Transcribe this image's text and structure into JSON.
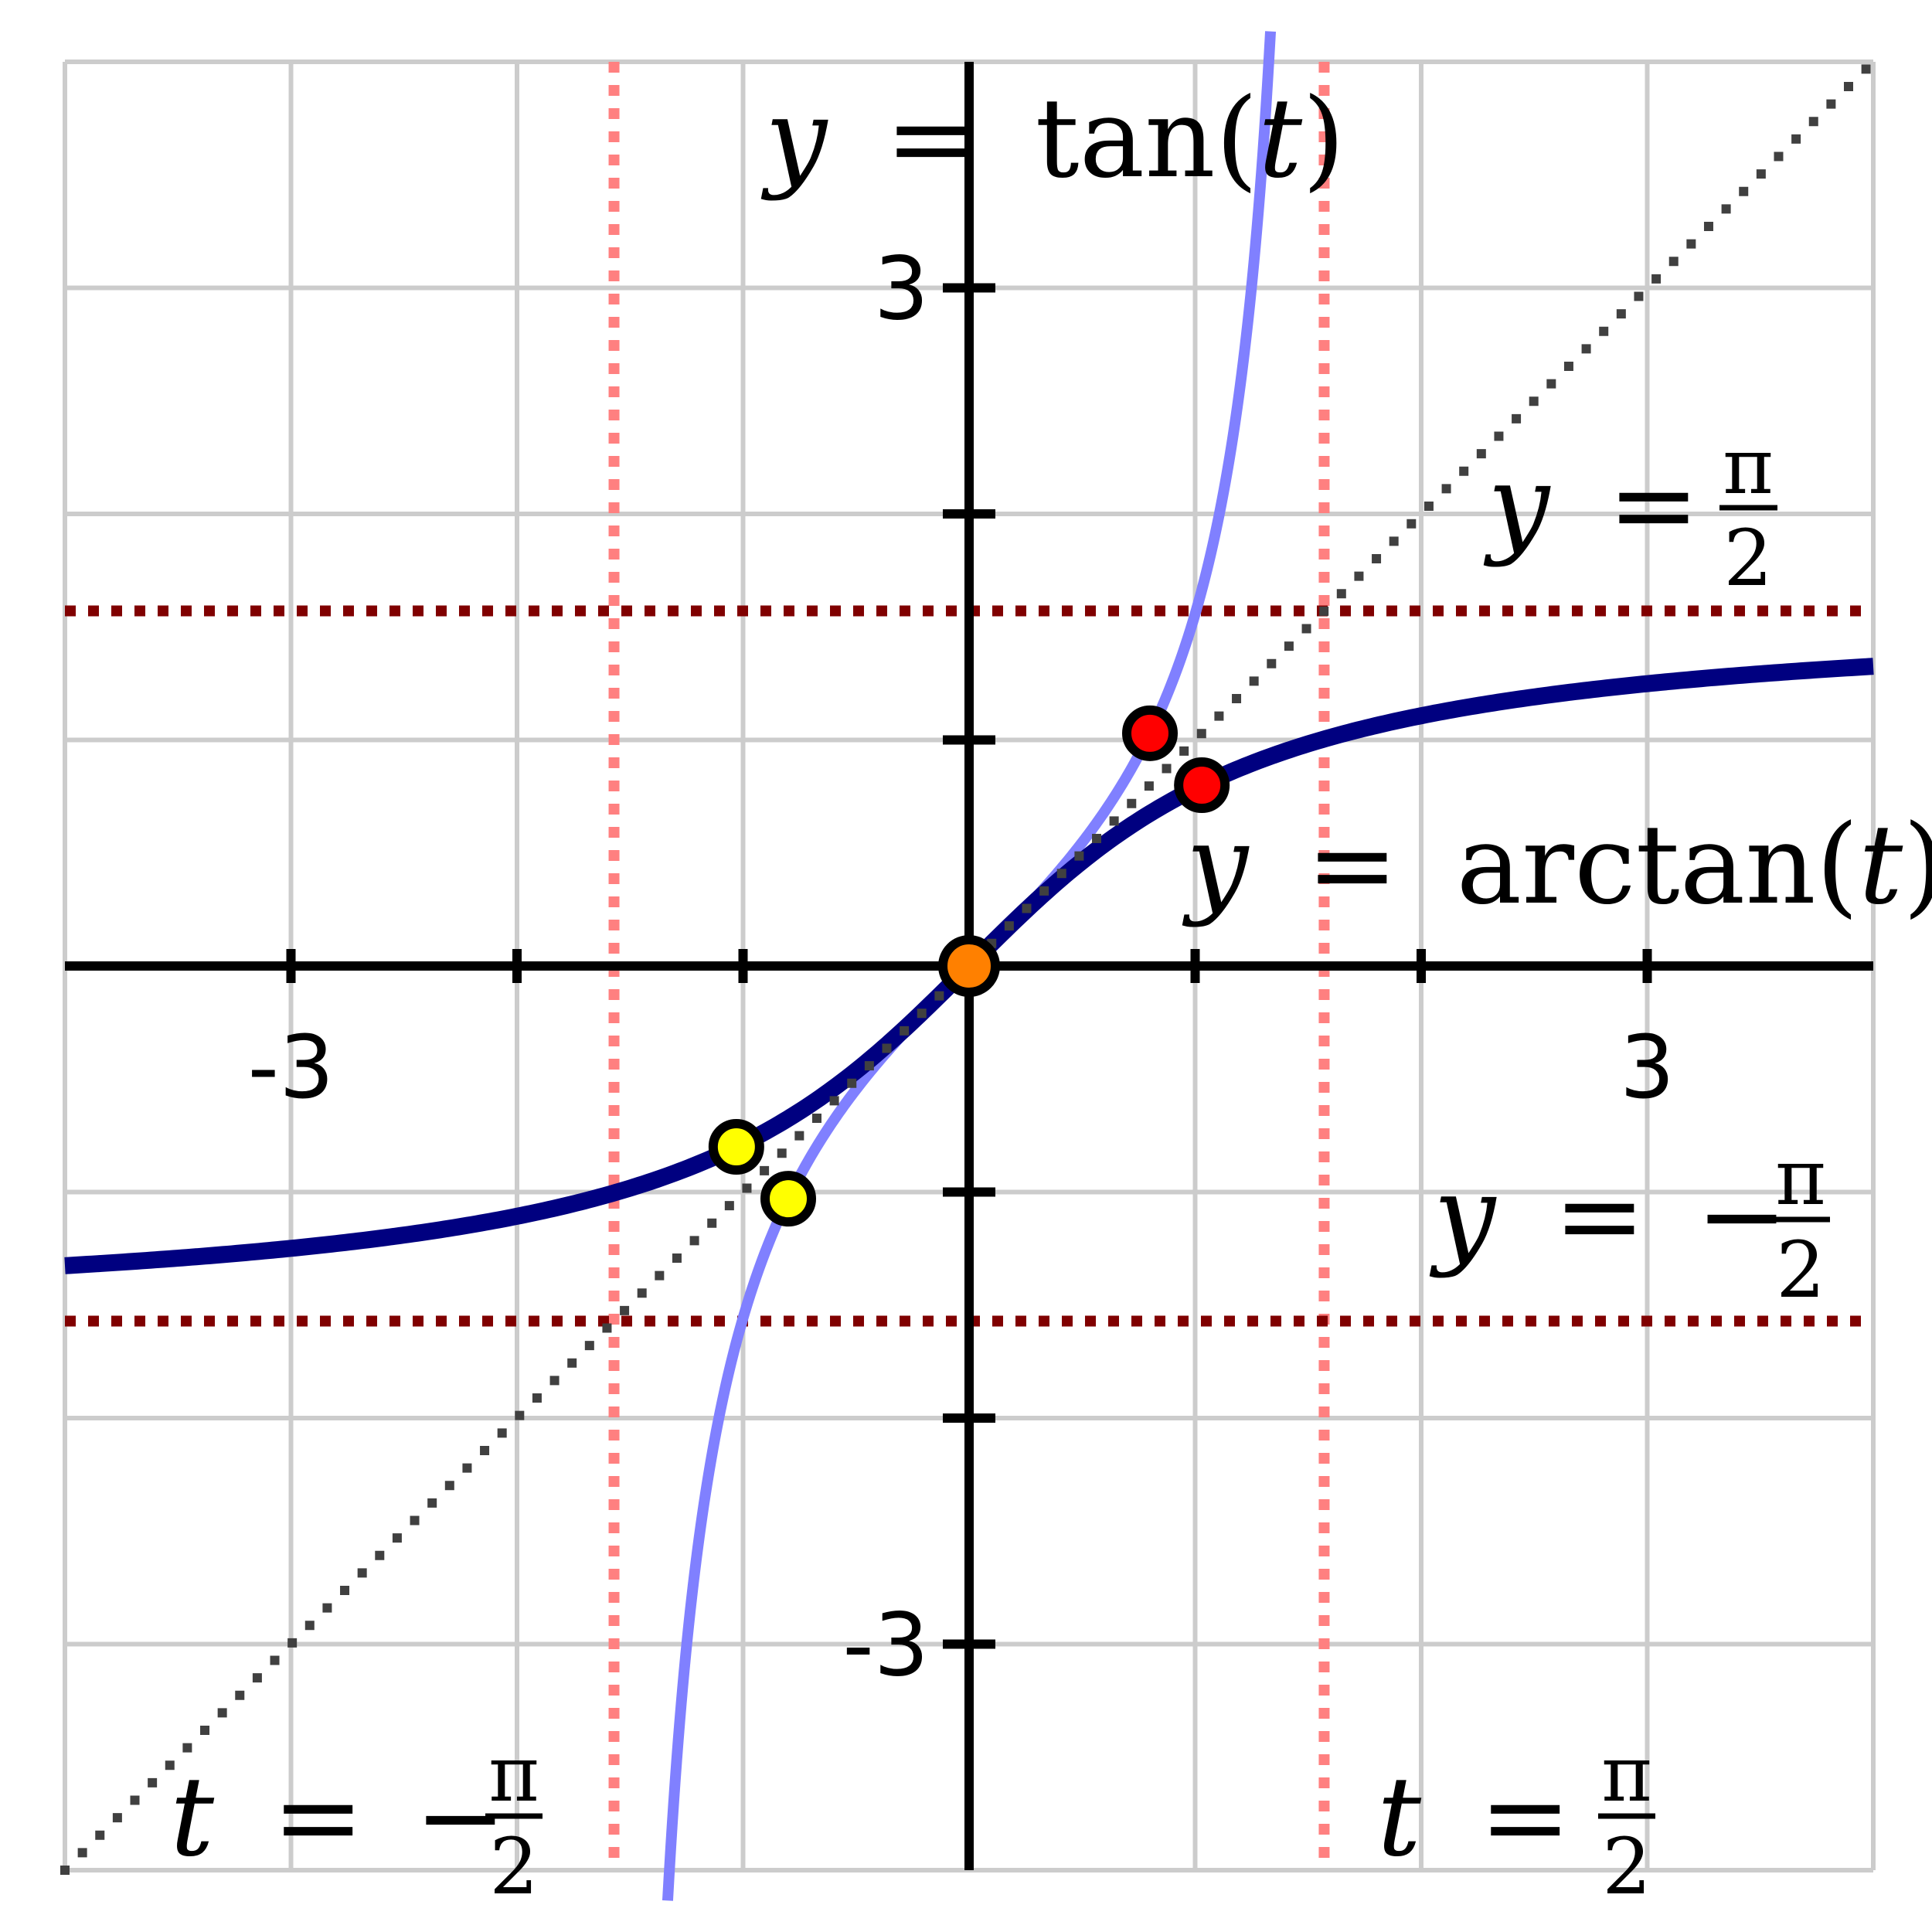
{
  "chart_data": {
    "type": "line",
    "xlim": [
      -4,
      4
    ],
    "ylim": [
      -4,
      4
    ],
    "grid": true,
    "grid_step": 1,
    "x_ticks": [
      -3,
      -2,
      -1,
      1,
      2,
      3
    ],
    "y_ticks": [
      -3,
      -2,
      -1,
      1,
      2,
      3
    ],
    "x_tick_labels": [
      {
        "value": -3,
        "text": "-3"
      },
      {
        "value": 3,
        "text": "3"
      }
    ],
    "y_tick_labels": [
      {
        "value": 3,
        "text": "3"
      },
      {
        "value": -3,
        "text": "-3"
      }
    ],
    "series": [
      {
        "function": "tan(t)",
        "domain": [
          -1.3335,
          1.3335
        ],
        "color": "#8080ff",
        "style": "solid"
      },
      {
        "function": "arctan(t)",
        "domain": [
          -4,
          4
        ],
        "color": "#000080",
        "style": "solid"
      },
      {
        "function": "t",
        "domain": [
          -4,
          4
        ],
        "color": "#404040",
        "style": "dotted"
      }
    ],
    "asymptotes": {
      "vertical": [
        {
          "t": -1.5708,
          "color": "#ff8080"
        },
        {
          "t": 1.5708,
          "color": "#ff8080"
        }
      ],
      "horizontal": [
        {
          "y": 1.5708,
          "color": "#800000"
        },
        {
          "y": -1.5708,
          "color": "#800000"
        }
      ]
    },
    "points": [
      {
        "t": 0,
        "y": 0,
        "color": "#ff8000"
      },
      {
        "t": 0.8,
        "y": 1.0296,
        "color": "#ff0000"
      },
      {
        "t": 1.0296,
        "y": 0.8,
        "color": "#ff0000"
      },
      {
        "t": -1.0296,
        "y": -0.8,
        "color": "#ffff00"
      },
      {
        "t": -0.8,
        "y": -1.0296,
        "color": "#ffff00"
      }
    ],
    "annotations": {
      "tan": {
        "lhs": "y",
        "eq": "=",
        "fn": "tan(",
        "arg": "t",
        "close": ")"
      },
      "arctan": {
        "lhs": "y",
        "eq": "=",
        "fn": "arctan(",
        "arg": "t",
        "close": ")"
      },
      "y_pos": {
        "lhs": "y",
        "eq": "=",
        "sign": "",
        "num": "π",
        "den": "2"
      },
      "y_neg": {
        "lhs": "y",
        "eq": "=",
        "sign": "−",
        "num": "π",
        "den": "2"
      },
      "t_pos": {
        "lhs": "t",
        "eq": "=",
        "sign": "",
        "num": "π",
        "den": "2"
      },
      "t_neg": {
        "lhs": "t",
        "eq": "=",
        "sign": "−",
        "num": "π",
        "den": "2"
      }
    }
  }
}
